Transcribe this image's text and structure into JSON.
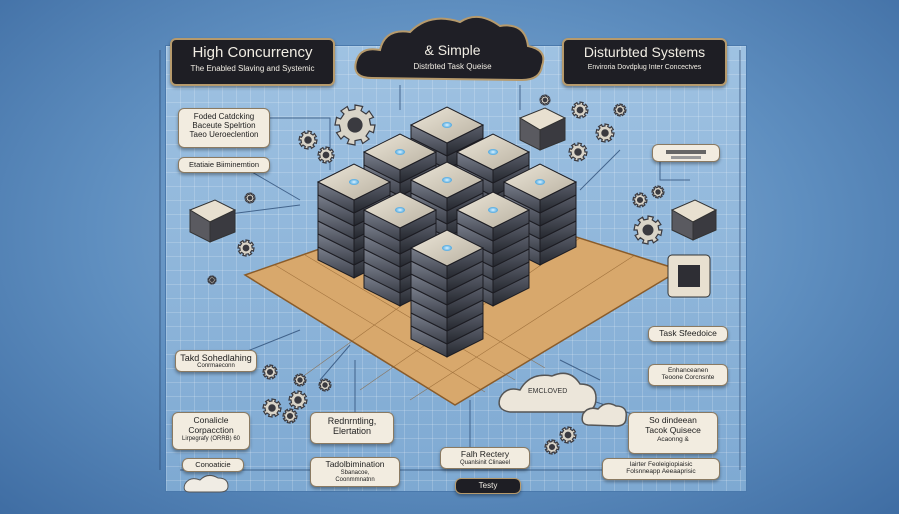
{
  "title_left": {
    "line1": "High Concurrency",
    "line2": "The Enabled Slaving and Systemic"
  },
  "title_center": {
    "line1": "& Simple",
    "line2": "Distrbted Task Queise"
  },
  "title_right": {
    "line1": "Disturbted Systems",
    "line2": "Enviroria Dovdplug Inter Concectves"
  },
  "labels": {
    "left_top": "Foded Catdcking\nBaceute Spelrtion\nTaeo Ueroeclention",
    "left_bar": "Etatiaie Biiminemtion",
    "task_scheduling": "Takd Sohedlahing",
    "task_scheduling_sub": "Conrmaeconn",
    "consistent_computation": "Conalicle\nCorpacction",
    "consistent_computation_sub": "Lirpegrafy (ORRB) 60",
    "conceation": "Conoaticie",
    "redundancy": "Rednrntling,\nElertation",
    "task_elimination": "Tadolbimination",
    "task_elimination_sub": "Sbanacoe,\nCoonmmnatnn",
    "fault_recovery": "Falh Rectery",
    "fault_recovery_sub": "Quanlsinit Clinaeel",
    "testy": "Testy",
    "task_schedule": "Task Sfeedoice",
    "enhancement": "Enhanceanen\nTeoone Corcnsnte",
    "soundness": "So dindeean\nTacok Quisece",
    "soundness_sub": "Acaonng &",
    "bottom_right": "Iairter Feoleigiopiaisic\nFolsnneapp Aeeaaprisic",
    "cloud_badge": "EMCLOVED"
  },
  "colors": {
    "accent": "#b69a6c",
    "board": "#8db4da",
    "platform": "#d8a86c",
    "server_top": "#d9d2c2"
  }
}
